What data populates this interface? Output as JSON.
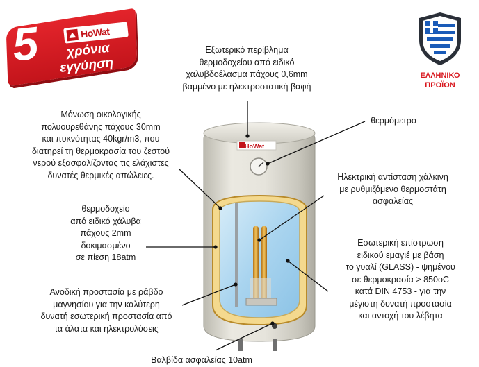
{
  "badge": {
    "years": "5",
    "logo": "HoWat",
    "line1": "χρόνια",
    "line2": "εγγύηση"
  },
  "origin": {
    "line1": "ΕΛΛΗΝΙΚΟ",
    "line2": "ΠΡΟΪΟΝ",
    "colors": {
      "red": "#d8161d",
      "blue": "#1a5bb8"
    }
  },
  "heater_logo": "HoWat",
  "labels": {
    "casing": [
      "Εξωτερικό περίβλημα",
      "θερμοδοχείου από ειδικό",
      "χαλυβδοέλασμα πάχους 0,6mm",
      "βαμμένο με ηλεκτροστατική βαφή"
    ],
    "insulation": [
      "Μόνωση οικολογικής",
      "πολυουρεθάνης πάχους 30mm",
      "και πυκνότητας 40kgr/m3, που",
      "διατηρεί τη θερμοκρασία του ζεστού",
      "νερού εξασφαλίζοντας τις ελάχιστες",
      "δυνατές θερμικές απώλειες."
    ],
    "thermometer": [
      "θερμόμετρο"
    ],
    "resistance": [
      "Ηλεκτρική αντίσταση χάλκινη",
      "με ρυθμιζόμενο θερμοστάτη",
      "ασφαλείας"
    ],
    "tank": [
      "θερμοδοχείο",
      "από ειδικό χάλυβα",
      "πάχους 2mm",
      "δοκιμασμένο",
      "σε πίεση 18atm"
    ],
    "coating": [
      "Εσωτερική επίστρωση",
      "ειδικού εμαγιέ με βάση",
      "το γυαλί (GLASS) - ψημένου",
      "σε θερμοκρασία > 850oC",
      "κατά DIN 4753 - για την",
      "μέγιστη δυνατή προστασία",
      "και αντοχή του λέβητα"
    ],
    "anode": [
      "Ανοδική προστασία με ράβδο",
      "μαγνησίου για την καλύτερη",
      "δυνατή εσωτερική προστασία από",
      "τα άλατα και ηλεκτρολύσεις"
    ],
    "valve": [
      "Βαλβίδα ασφαλείας 10atm"
    ]
  }
}
